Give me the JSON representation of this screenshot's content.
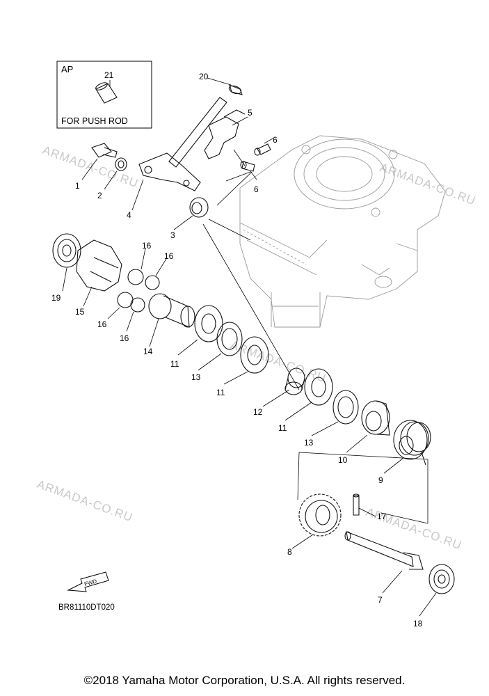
{
  "inset": {
    "title": "AP",
    "part": "21",
    "note": "FOR PUSH ROD"
  },
  "watermark": "ARMADA-CO.RU",
  "fwd_label": "FWD",
  "diagram_code": "BR81110DT020",
  "copyright": "©2018 Yamaha Motor Corporation, U.S.A. All rights reserved.",
  "callouts": {
    "c1": "1",
    "c2": "2",
    "c3": "3",
    "c4": "4",
    "c5": "5",
    "c6a": "6",
    "c6b": "6",
    "c7": "7",
    "c8": "8",
    "c9": "9",
    "c10": "10",
    "c11a": "11",
    "c11b": "11",
    "c11c": "11",
    "c12": "12",
    "c13a": "13",
    "c13b": "13",
    "c14": "14",
    "c15": "15",
    "c16a": "16",
    "c16b": "16",
    "c16c": "16",
    "c16d": "16",
    "c17": "17",
    "c18": "18",
    "c19": "19",
    "c20": "20"
  }
}
